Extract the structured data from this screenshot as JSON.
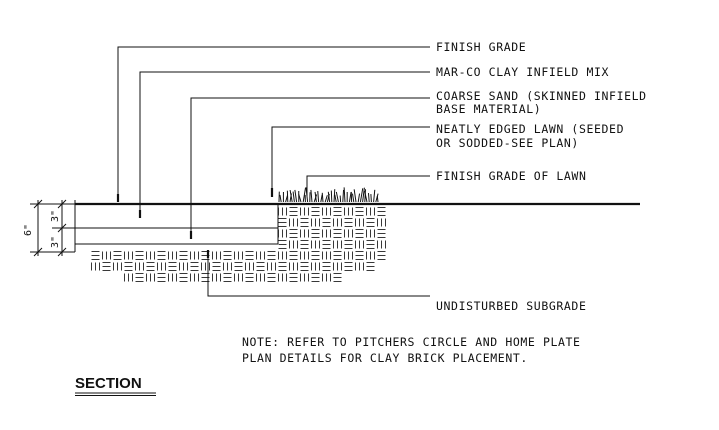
{
  "labels": {
    "finish_grade": "FINISH GRADE",
    "clay_mix": "MAR-CO CLAY INFIELD MIX",
    "coarse_sand_1": "COARSE SAND (SKINNED INFIELD",
    "coarse_sand_2": "BASE MATERIAL)",
    "lawn_1": "NEATLY EDGED LAWN (SEEDED",
    "lawn_2": "OR SODDED-SEE PLAN)",
    "finish_grade_lawn": "FINISH GRADE OF LAWN",
    "subgrade": "UNDISTURBED SUBGRADE"
  },
  "note": {
    "line1": "NOTE:  REFER TO PITCHERS CIRCLE AND HOME PLATE",
    "line2": "PLAN DETAILS FOR CLAY BRICK PLACEMENT."
  },
  "dimensions": {
    "total": "6\"",
    "top_layer": "3\"",
    "bottom_layer": "3\""
  },
  "title": "SECTION"
}
